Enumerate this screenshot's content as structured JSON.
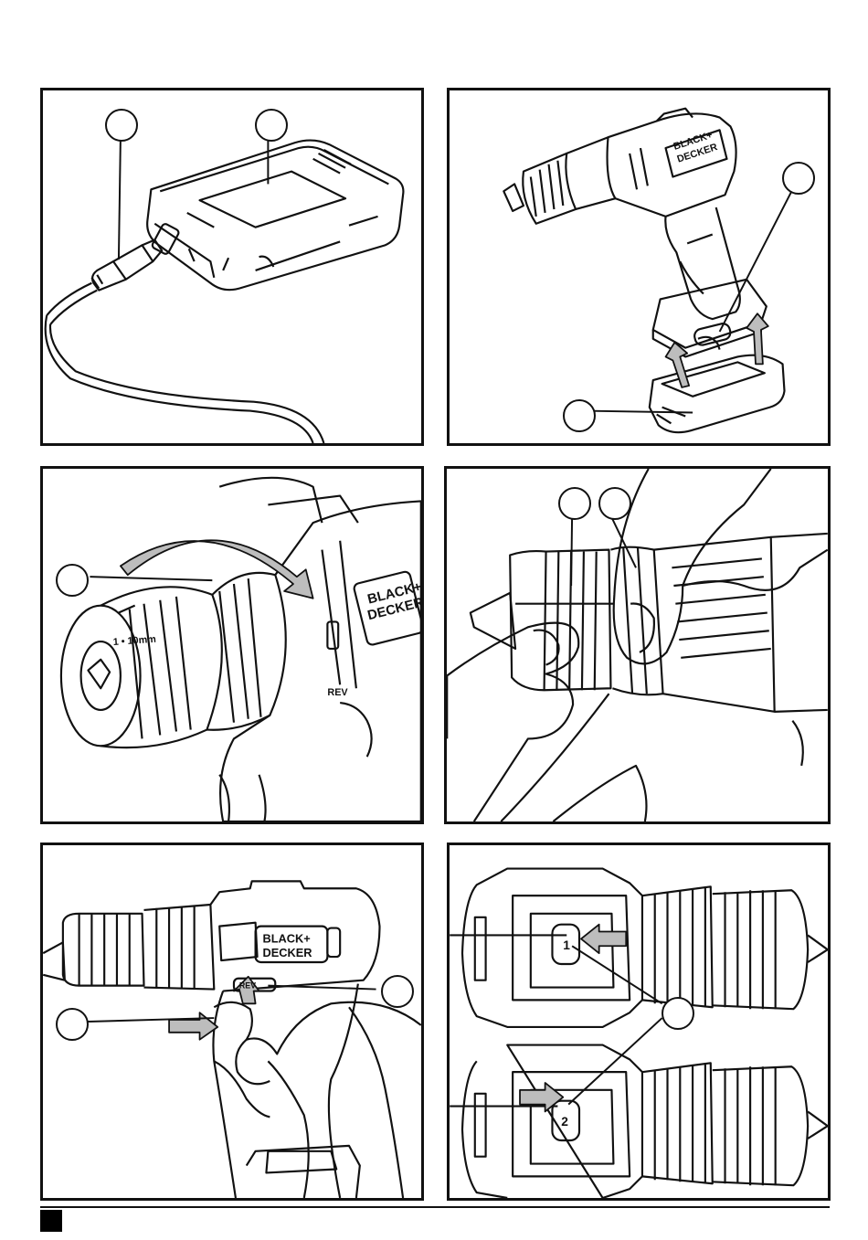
{
  "brand": {
    "line1": "BLACK+",
    "line2": "DECKER"
  },
  "labels": {
    "rev": "REV",
    "chuck_marking": "1 • 10mm",
    "gear_1": "1",
    "gear_2": "2"
  },
  "colors": {
    "line": "#111111",
    "arrow_fill": "#bdbdbd",
    "background": "#ffffff"
  }
}
